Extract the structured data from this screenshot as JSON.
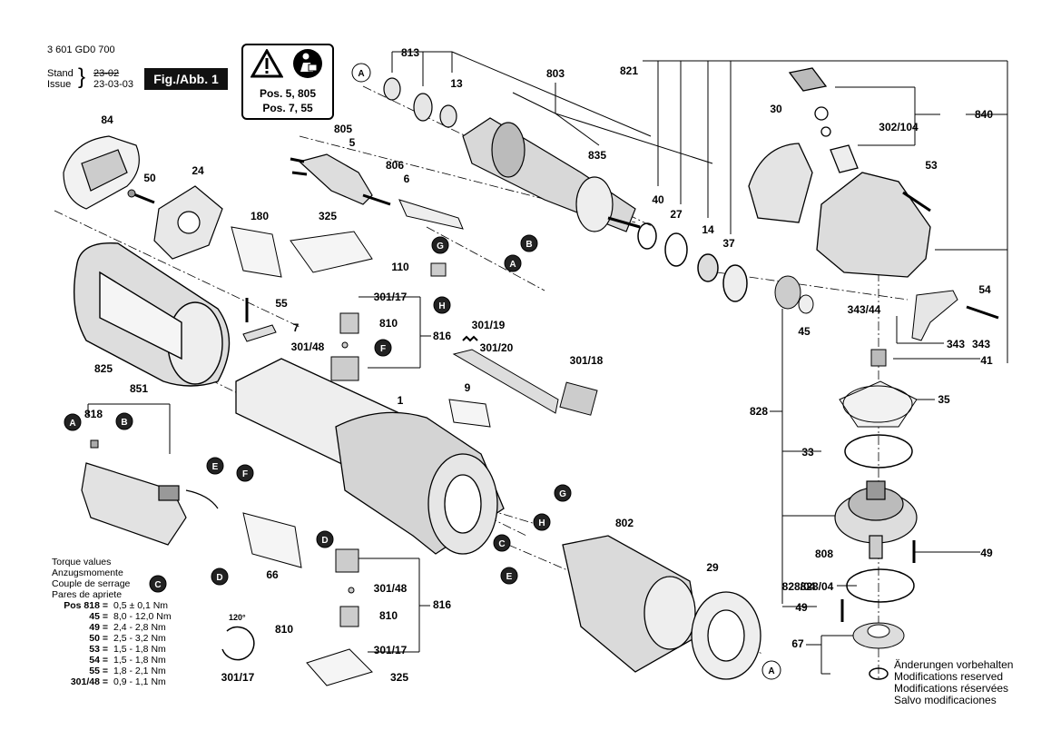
{
  "header": {
    "doc_number": "3 601 GD0 700",
    "stand_label": "Stand",
    "issue_label": "Issue",
    "stand_value": "23-02",
    "issue_value": "23-03-03",
    "figure_label": "Fig./Abb. 1"
  },
  "warning": {
    "line1": "Pos. 5, 805",
    "line2": "Pos. 7, 55",
    "icons": [
      "warning-triangle-icon",
      "read-manual-icon"
    ]
  },
  "callouts": [
    "813",
    "803",
    "821",
    "840",
    "13",
    "84",
    "50",
    "24",
    "805",
    "5",
    "806",
    "6",
    "835",
    "30",
    "302/104",
    "53",
    "40",
    "27",
    "14",
    "37",
    "180",
    "325",
    "110",
    "301/17",
    "55",
    "7",
    "810",
    "816",
    "301/48",
    "301/19",
    "301/20",
    "301/18",
    "54",
    "343/44",
    "45",
    "343",
    "41",
    "35",
    "825",
    "851",
    "818",
    "9",
    "1",
    "828",
    "33",
    "802",
    "29",
    "49",
    "828/04",
    "808",
    "66",
    "67"
  ],
  "markers": [
    "A",
    "B",
    "C",
    "D",
    "E",
    "F",
    "G",
    "H"
  ],
  "torque": {
    "title_lines": [
      "Torque values",
      "Anzugsmomente",
      "Couple de serrage",
      "Pares de apriete"
    ],
    "rows": [
      {
        "pos": "Pos 818 =",
        "value": "0,5 ± 0,1 Nm"
      },
      {
        "pos": "45 =",
        "value": "8,0 - 12,0 Nm"
      },
      {
        "pos": "49 =",
        "value": "2,4 - 2,8 Nm"
      },
      {
        "pos": "50 =",
        "value": "2,5 - 3,2 Nm"
      },
      {
        "pos": "53 =",
        "value": "1,5 - 1,8 Nm"
      },
      {
        "pos": "54 =",
        "value": "1,5 - 1,8 Nm"
      },
      {
        "pos": "55 =",
        "value": "1,8 - 2,1 Nm"
      },
      {
        "pos": "301/48 =",
        "value": "0,9 - 1,1 Nm"
      }
    ]
  },
  "angle_label": "120°",
  "notice": [
    "Änderungen vorbehalten",
    "Modifications reserved",
    "Modifications réservées",
    "Salvo modificaciones"
  ]
}
